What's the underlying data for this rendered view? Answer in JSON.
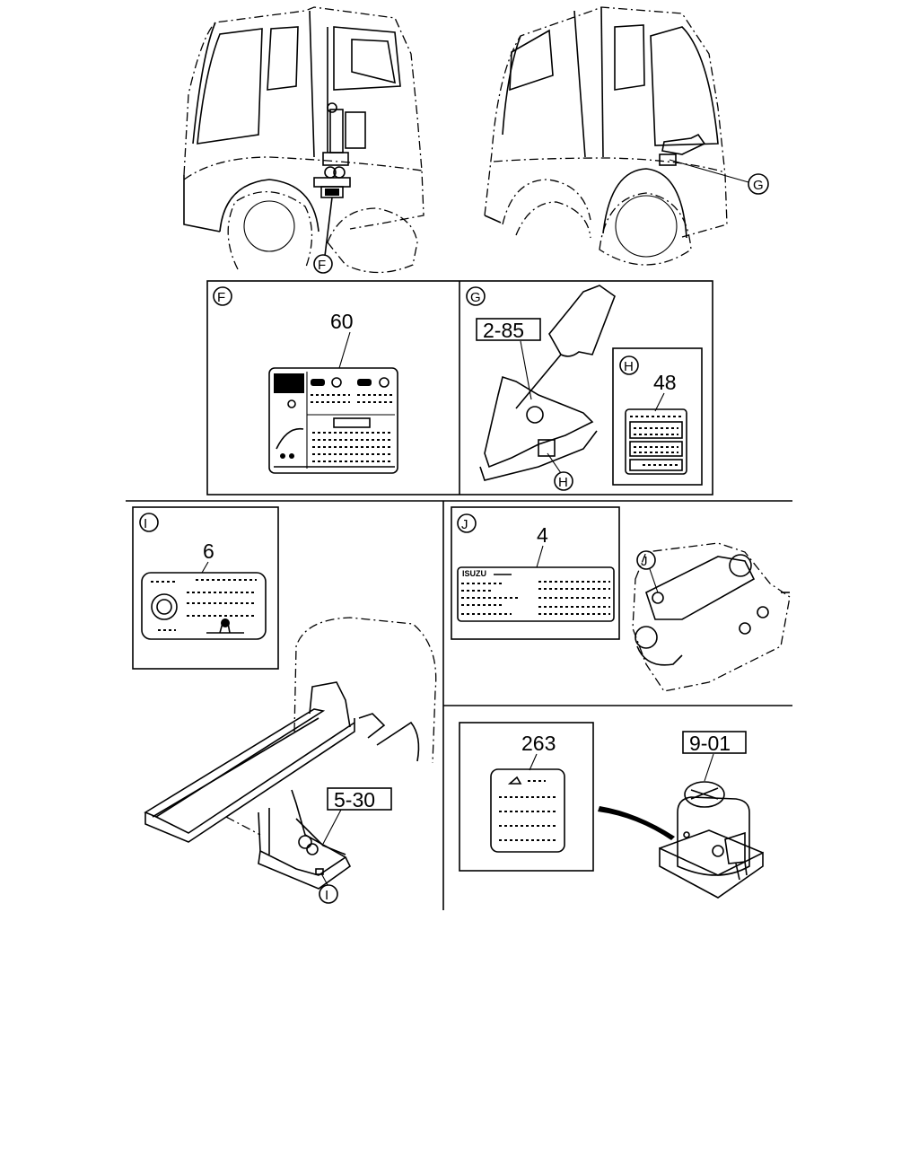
{
  "callouts": {
    "F": "F",
    "G": "G",
    "H": "H",
    "I": "I",
    "J": "J"
  },
  "parts": {
    "p60": "60",
    "p2_85": "2-85",
    "p48": "48",
    "p6": "6",
    "p4": "4",
    "p5_30": "5-30",
    "p263": "263",
    "p9_01": "9-01"
  },
  "label_text": {
    "brand": "ISUZU"
  }
}
